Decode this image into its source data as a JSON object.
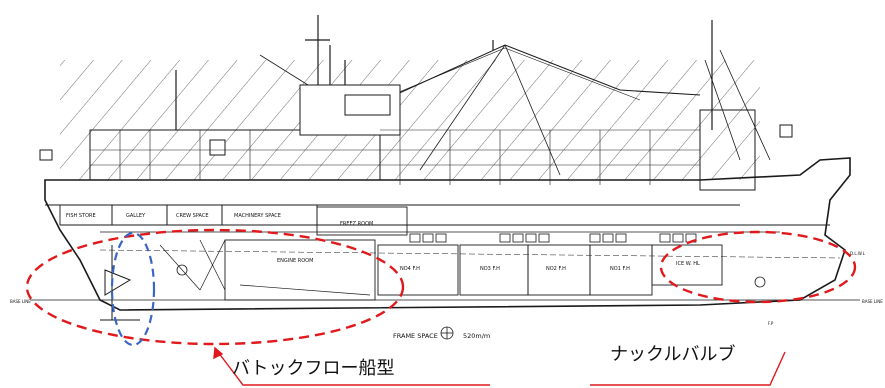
{
  "annotations": {
    "buttock_flow": "バトックフロー船型",
    "knuckle_bulb": "ナックルバルブ"
  },
  "colors": {
    "line": "#1a1a1a",
    "red_dashed": "#e0191c",
    "blue_dashed": "#3a66c4"
  },
  "compartments": {
    "fish_store": "FISH STORE",
    "galley": "GALLEY",
    "crew_space": "CREW SPACE",
    "machinery_space": "MACHINERY SPACE",
    "freez_room": "FREEZ ROOM",
    "engine_room": "ENGINE ROOM",
    "no4": "NO4 F.H",
    "no3": "NO3 F.H",
    "no2": "NO2 F.H",
    "no1": "NO1 F.H",
    "ice_hl": "ICE W. HL"
  },
  "markers": {
    "frame_space": "FRAME SPACE",
    "frame_value": "520m/m",
    "base_line_left": "BASE LINE",
    "base_line_right": "BASE LINE",
    "dwl": "D.L.W.L",
    "fp": "F.P"
  }
}
